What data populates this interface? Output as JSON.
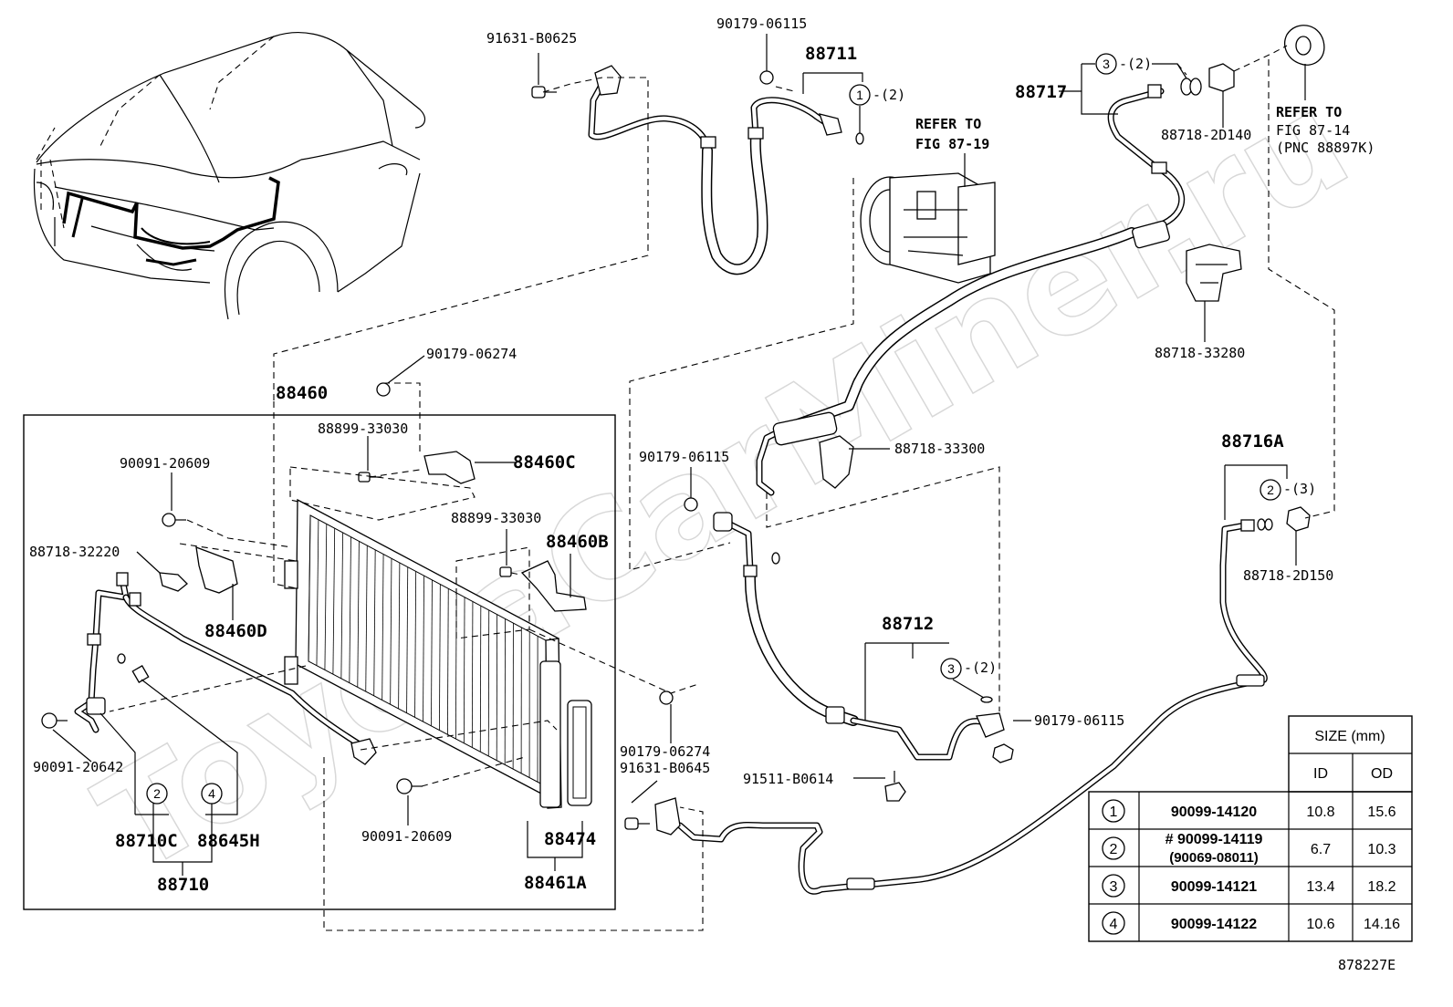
{
  "labels": {
    "p91631_B0625": "91631-B0625",
    "p90179_06115_top": "90179-06115",
    "p88711": "88711",
    "c1_qty": "-(2)",
    "refer_1_a": "REFER TO",
    "refer_1_b": "FIG 87-19",
    "p88717": "88717",
    "c3_qty_top": "-(2)",
    "p88718_2D140": "88718-2D140",
    "refer_2_a": "REFER TO",
    "refer_2_b": "FIG 87-14",
    "refer_2_c": "(PNC 88897K)",
    "p88718_33280": "88718-33280",
    "p90179_06274_top": "90179-06274",
    "p88460": "88460",
    "p88899_33030_a": "88899-33030",
    "p88460C": "88460C",
    "p90091_20609_a": "90091-20609",
    "p88718_32220": "88718-32220",
    "p88899_33030_b": "88899-33030",
    "p88460B": "88460B",
    "p88460D": "88460D",
    "p90179_06115_mid": "90179-06115",
    "p88718_33300": "88718-33300",
    "p88716A": "88716A",
    "c2_qty": "-(3)",
    "p88718_2D150": "88718-2D150",
    "p88712": "88712",
    "c3_qty_mid": "-(2)",
    "p90179_06115_low": "90179-06115",
    "p90091_20642": "90091-20642",
    "p88710C": "88710C",
    "p88645H": "88645H",
    "p88710": "88710",
    "p90179_06274_low": "90179-06274",
    "p91631_B0645": "91631-B0645",
    "p90091_20609_b": "90091-20609",
    "p88474": "88474",
    "p88461A": "88461A",
    "p91511_B0614": "91511-B0614",
    "figure_id": "878227E"
  },
  "circles": {
    "c1": "1",
    "c2": "2",
    "c3": "3",
    "c4": "4"
  },
  "watermark": "ToyotaCarMiner.ru",
  "size_table": {
    "header": "SIZE (mm)",
    "col_id": "ID",
    "col_od": "OD",
    "rows": [
      {
        "mark": "1",
        "part": "90099-14120",
        "part2": "",
        "id": "10.8",
        "od": "15.6"
      },
      {
        "mark": "2",
        "part": "# 90099-14119",
        "part2": "(90069-08011)",
        "id": "6.7",
        "od": "10.3"
      },
      {
        "mark": "3",
        "part": "90099-14121",
        "part2": "",
        "id": "13.4",
        "od": "18.2"
      },
      {
        "mark": "4",
        "part": "90099-14122",
        "part2": "",
        "id": "10.6",
        "od": "14.16"
      }
    ]
  }
}
